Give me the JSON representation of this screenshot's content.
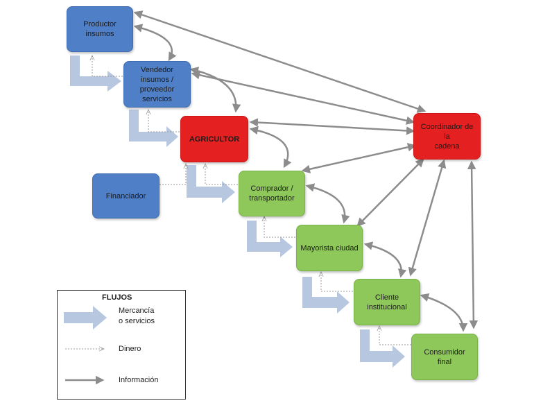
{
  "nodes": {
    "productor": [
      "Productor",
      "insumos"
    ],
    "vendedor": [
      "Vendedor",
      "insumos /",
      "proveedor",
      "servicios"
    ],
    "agricultor": [
      "AGRICULTOR"
    ],
    "coordinador": [
      "Coordinador de la",
      "cadena"
    ],
    "financiador": [
      "Financiador"
    ],
    "comprador": [
      "Comprador /",
      "transportador"
    ],
    "mayorista": [
      "Mayorista ciudad"
    ],
    "cliente": [
      "Cliente",
      "institucional"
    ],
    "consumidor": [
      "Consumidor",
      "final"
    ]
  },
  "legend": {
    "title": "FLUJOS",
    "mercancia_line1": "Mercancía",
    "mercancia_line2": "o servicios",
    "dinero": "Dinero",
    "informacion": "Información"
  },
  "colors": {
    "producer_blue": "#4f7fc7",
    "farmer_red": "#e52020",
    "market_green": "#8fc85a",
    "goods_arrow": "#b8c7e0",
    "info_arrow": "#8c8c8c",
    "money_arrow": "#9a9a9a"
  }
}
